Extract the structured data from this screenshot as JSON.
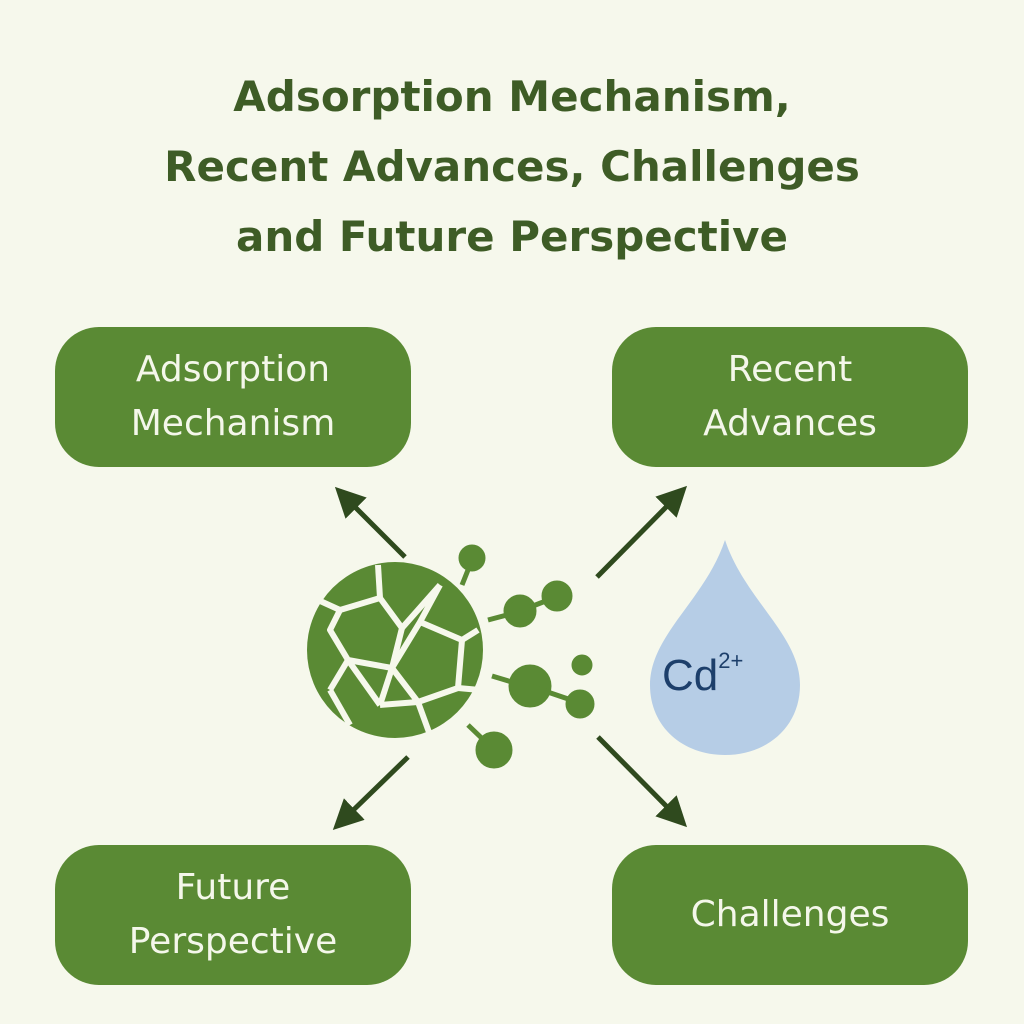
{
  "title": {
    "lines": [
      "Adsorption Mechanism,",
      "Recent Advances, Challenges",
      "and Future Perspective"
    ]
  },
  "boxes": {
    "adsorption": {
      "line1": "Adsorption",
      "line2": "Mechanism"
    },
    "advances": {
      "line1": "Recent",
      "line2": "Advances"
    },
    "future": {
      "line1": "Future",
      "line2": "Perspective"
    },
    "challenges": {
      "line1": "Challenges"
    }
  },
  "ion": {
    "symbol": "Cd",
    "charge": "2+"
  },
  "colors": {
    "background": "#f6f8ec",
    "green": "#5a8a34",
    "title": "#3e5c26",
    "arrow": "#2f4a1e",
    "drop": "#b6cde6",
    "ion_text": "#1d3f6b"
  }
}
